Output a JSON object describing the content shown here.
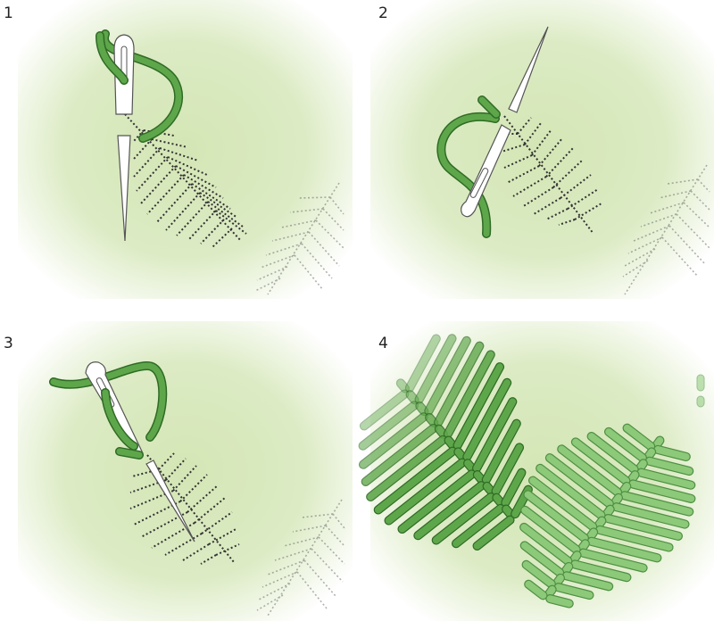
{
  "steps": [
    {
      "number": "1"
    },
    {
      "number": "2"
    },
    {
      "number": "3"
    },
    {
      "number": "4"
    }
  ],
  "colors": {
    "panel_center": "#d4e6b5",
    "panel_edge": "#ffffff",
    "thread": "#5ea64a",
    "thread_edge": "#2f6b25",
    "thread_light": "#8cc978",
    "thread_light_edge": "#4f8f43",
    "stitch_dots": "#333333",
    "needle_fill": "#ffffff",
    "needle_stroke": "#555555"
  },
  "icons": {
    "needle": "sewing-needle-icon",
    "thread": "embroidery-thread-icon"
  }
}
